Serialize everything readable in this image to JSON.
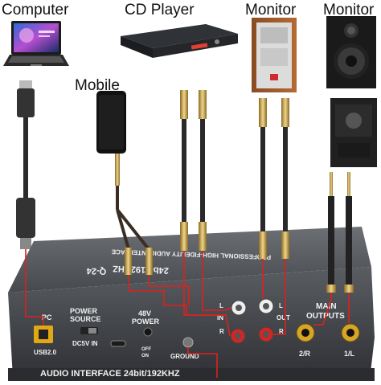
{
  "labels": {
    "computer": "Computer",
    "cd_player": "CD Player",
    "monitor_left": "Monitor",
    "monitor_right": "Monitor",
    "mobile": "Mobile"
  },
  "device": {
    "top_print": "PROFESSIONAL HIGH-FIDELITY AUDIO INTERFACE",
    "top_model": "24bit/192KHZ",
    "top_brand": "Q-24",
    "pc": "PC",
    "usb": "USB2.0",
    "power_source_1": "POWER",
    "power_source_2": "SOURCE",
    "dc5v": "DC5V IN",
    "phantom_1": "48V",
    "phantom_2": "POWER",
    "off": "OFF",
    "on": "ON",
    "ground": "GROUND",
    "l": "L",
    "r": "R",
    "in": "IN",
    "out": "OUT",
    "main_outputs_1": "MAIN",
    "main_outputs_2": "OUTPUTS",
    "jack_2r": "2/R",
    "jack_1l": "1/L",
    "footer": "AUDIO INTERFACE  24bit/192KHZ"
  },
  "colors": {
    "wire": "#e0201c",
    "panel": "#3b3e42",
    "gold": "#caa24a"
  }
}
